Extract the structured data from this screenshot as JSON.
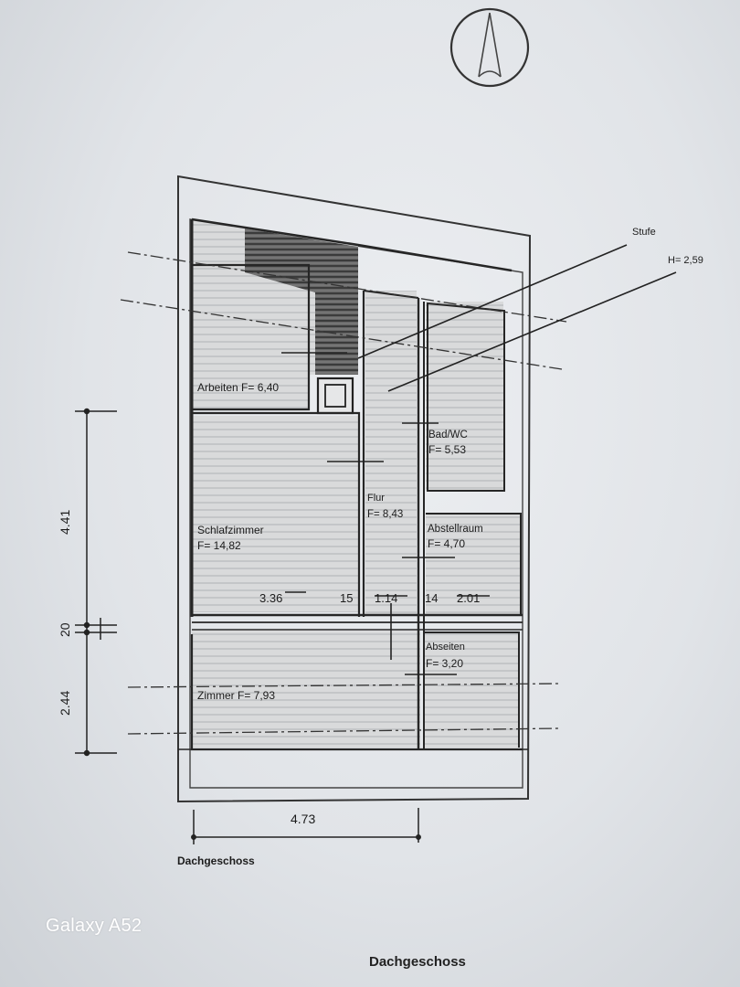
{
  "rooms": [
    {
      "name": "Arbeiten",
      "area_label": "Arbeiten F= 6,40"
    },
    {
      "name": "Bad/WC",
      "area_label": "F= 5,53"
    },
    {
      "name": "Flur",
      "area_label": "F= 8,43"
    },
    {
      "name": "Schlafzimmer",
      "area_label": "F= 14,82"
    },
    {
      "name": "Abstellraum",
      "area_label": "F= 4,70"
    },
    {
      "name": "Abseiten",
      "area_label": "F= 3,20"
    },
    {
      "name": "Zimmer",
      "area_label": "Zimmer F= 7,93"
    }
  ],
  "labels": {
    "stufe": "Stufe",
    "height": "H= 2,59"
  },
  "dimensions": {
    "left_upper": "4.41",
    "left_mid": "20",
    "left_lower": "2.44",
    "row_a": "3.36",
    "row_b": "15",
    "row_c": "1.14",
    "row_d": "14",
    "row_e": "2.01",
    "bottom": "4.73"
  },
  "captions": {
    "plan_caption": "Dachgeschoss",
    "bottom_caption": "Dachgeschoss",
    "watermark": "Galaxy A52"
  }
}
